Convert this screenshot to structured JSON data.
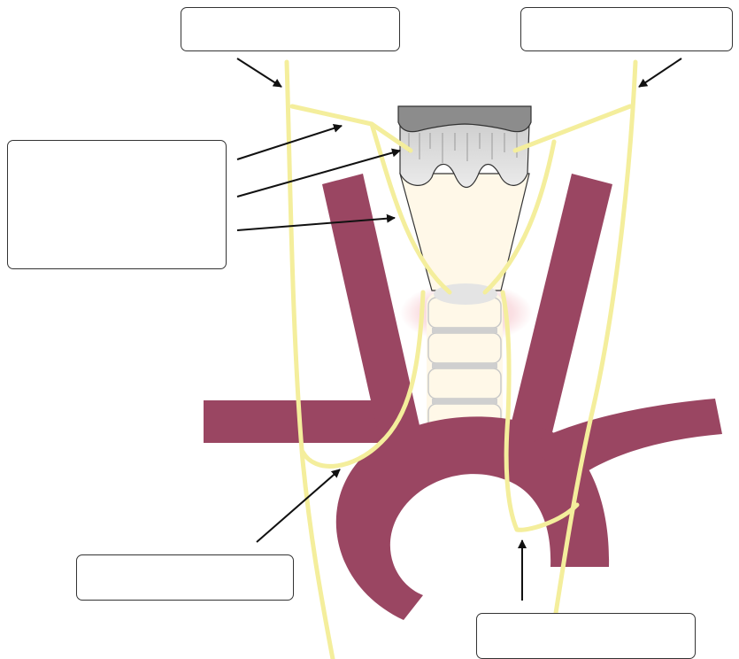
{
  "diagram": {
    "colors": {
      "vessel": "#9a4662",
      "nerve": "#f4ee9c",
      "cartilage_top": "#8c8c8c",
      "cartilage_grey": "#d9d9d9",
      "trachea": "#fff8e8",
      "thyroid_glow": "#f6c6cc",
      "arrow": "#111111",
      "box_border": "#333333"
    },
    "labels": [
      {
        "id": "top-left",
        "text": ""
      },
      {
        "id": "top-right",
        "text": ""
      },
      {
        "id": "left-middle",
        "text": ""
      },
      {
        "id": "bottom-left",
        "text": ""
      },
      {
        "id": "bottom-right",
        "text": ""
      }
    ]
  }
}
